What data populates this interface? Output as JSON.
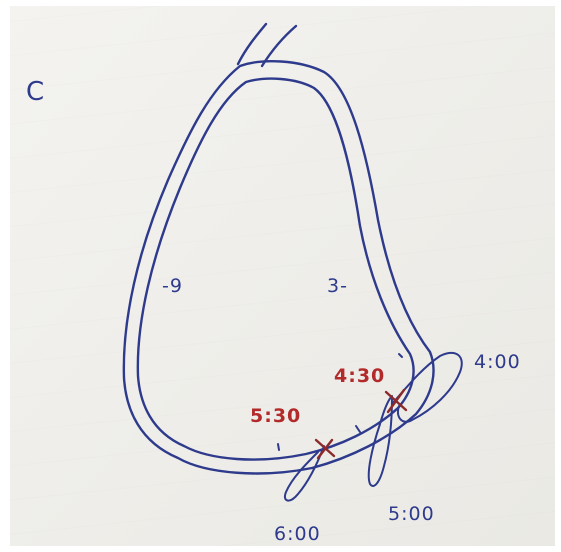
{
  "panel_label": "C",
  "clock_labels": {
    "left": "-9",
    "right": "3-",
    "four": "4:00",
    "five": "5:00",
    "six": "6:00"
  },
  "marked_positions": {
    "upper": "4:30",
    "lower": "5:30"
  },
  "colors": {
    "ink": "#2e3a8c",
    "marker": "#b22a2a",
    "paper": "#f1f0ec"
  }
}
